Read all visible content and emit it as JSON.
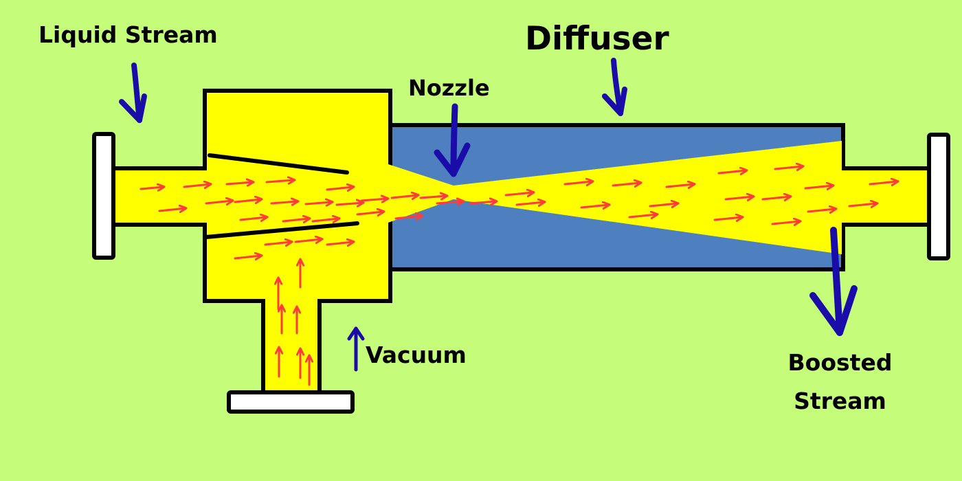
{
  "labels": {
    "liquid_stream": "Liquid Stream",
    "diffuser": "Diffuser",
    "nozzle": "Nozzle",
    "vacuum": "Vacuum",
    "boosted_line1": "Boosted",
    "boosted_line2": "Stream"
  },
  "colors": {
    "background": "#c5fd7a",
    "fluid": "#ffff00",
    "diffuser_body": "#4e80c0",
    "flow_arrow": "#ff3b3b",
    "pointer_arrow": "#1a0ca8",
    "outline": "#000000",
    "flange": "#ffffff"
  }
}
